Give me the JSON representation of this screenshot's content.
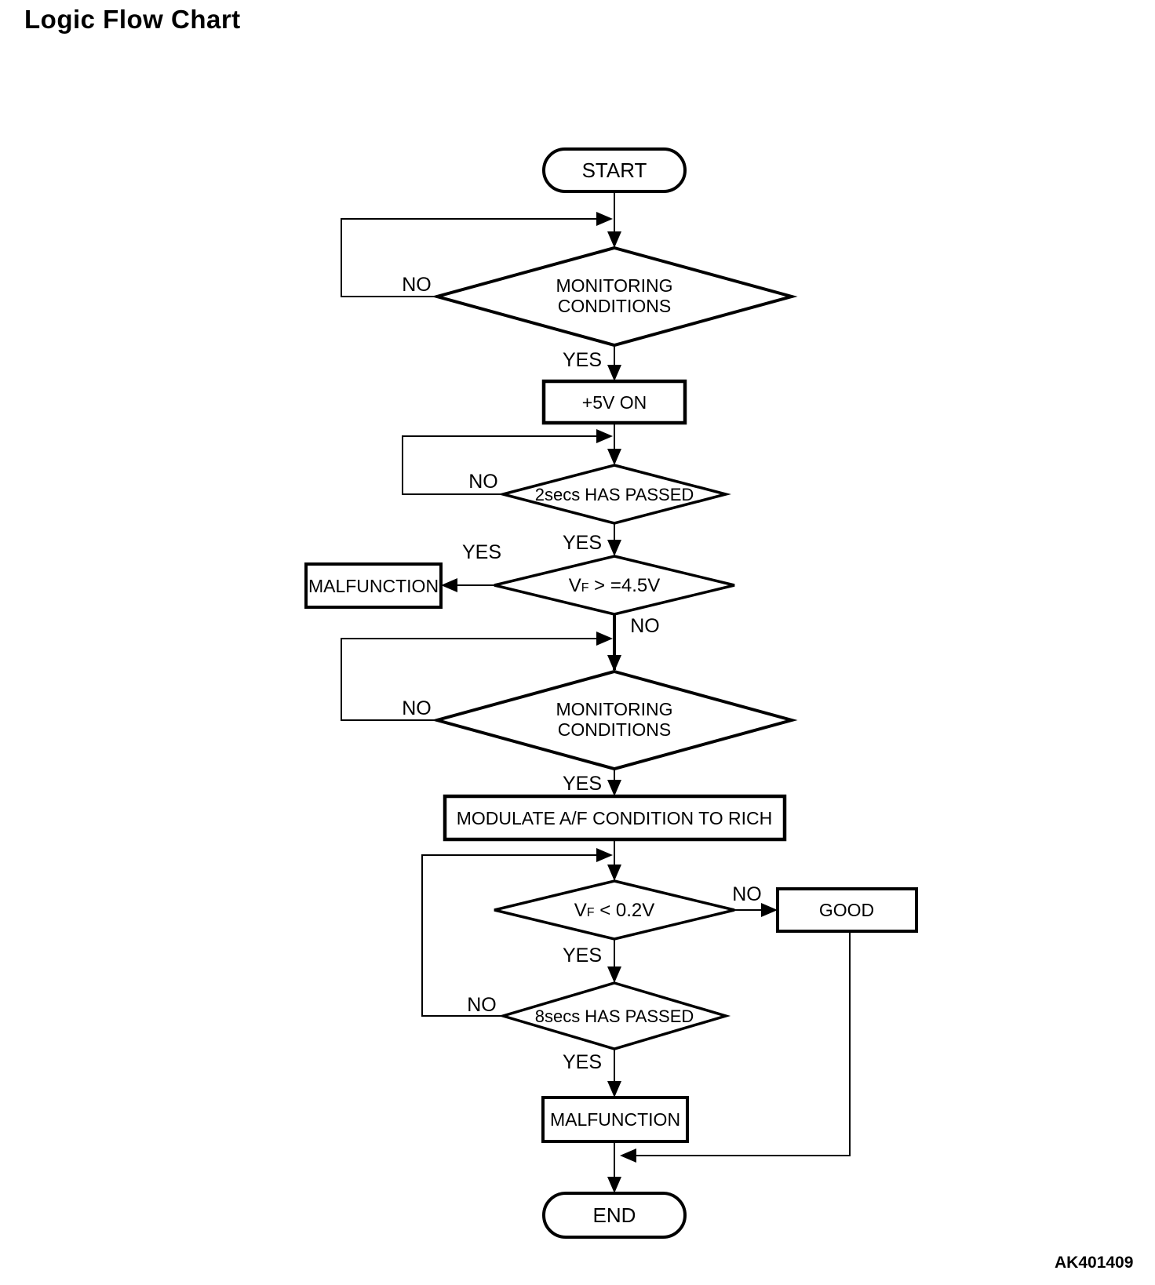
{
  "title": "Logic Flow Chart",
  "footer_code": "AK401409",
  "colors": {
    "line": "#000000",
    "background": "#ffffff"
  },
  "nodes": {
    "start": {
      "type": "terminator",
      "label": "START"
    },
    "monitoring1": {
      "type": "decision",
      "label_line1": "MONITORING",
      "label_line2": "CONDITIONS"
    },
    "plus5v": {
      "type": "process",
      "label": "+5V ON"
    },
    "passed2s": {
      "type": "decision",
      "label": "2secs HAS PASSED"
    },
    "vf_ge": {
      "type": "decision",
      "label_v": "V",
      "label_sub": "F",
      "label_rest": " > =4.5V"
    },
    "malfunction1": {
      "type": "process",
      "label": "MALFUNCTION"
    },
    "monitoring2": {
      "type": "decision",
      "label_line1": "MONITORING",
      "label_line2": "CONDITIONS"
    },
    "modulate": {
      "type": "process",
      "label": "MODULATE A/F CONDITION TO RICH"
    },
    "vf_lt": {
      "type": "decision",
      "label_v": "V",
      "label_sub": "F",
      "label_rest": " < 0.2V"
    },
    "good": {
      "type": "process",
      "label": "GOOD"
    },
    "passed8s": {
      "type": "decision",
      "label": "8secs HAS PASSED"
    },
    "malfunction2": {
      "type": "process",
      "label": "MALFUNCTION"
    },
    "end": {
      "type": "terminator",
      "label": "END"
    }
  },
  "edge_labels": {
    "monitoring1_no": "NO",
    "monitoring1_yes": "YES",
    "passed2s_no": "NO",
    "passed2s_yes": "YES",
    "vf_ge_yes": "YES",
    "vf_ge_no": "NO",
    "monitoring2_no": "NO",
    "monitoring2_yes": "YES",
    "vf_lt_no": "NO",
    "vf_lt_yes": "YES",
    "passed8s_no": "NO",
    "passed8s_yes": "YES"
  }
}
